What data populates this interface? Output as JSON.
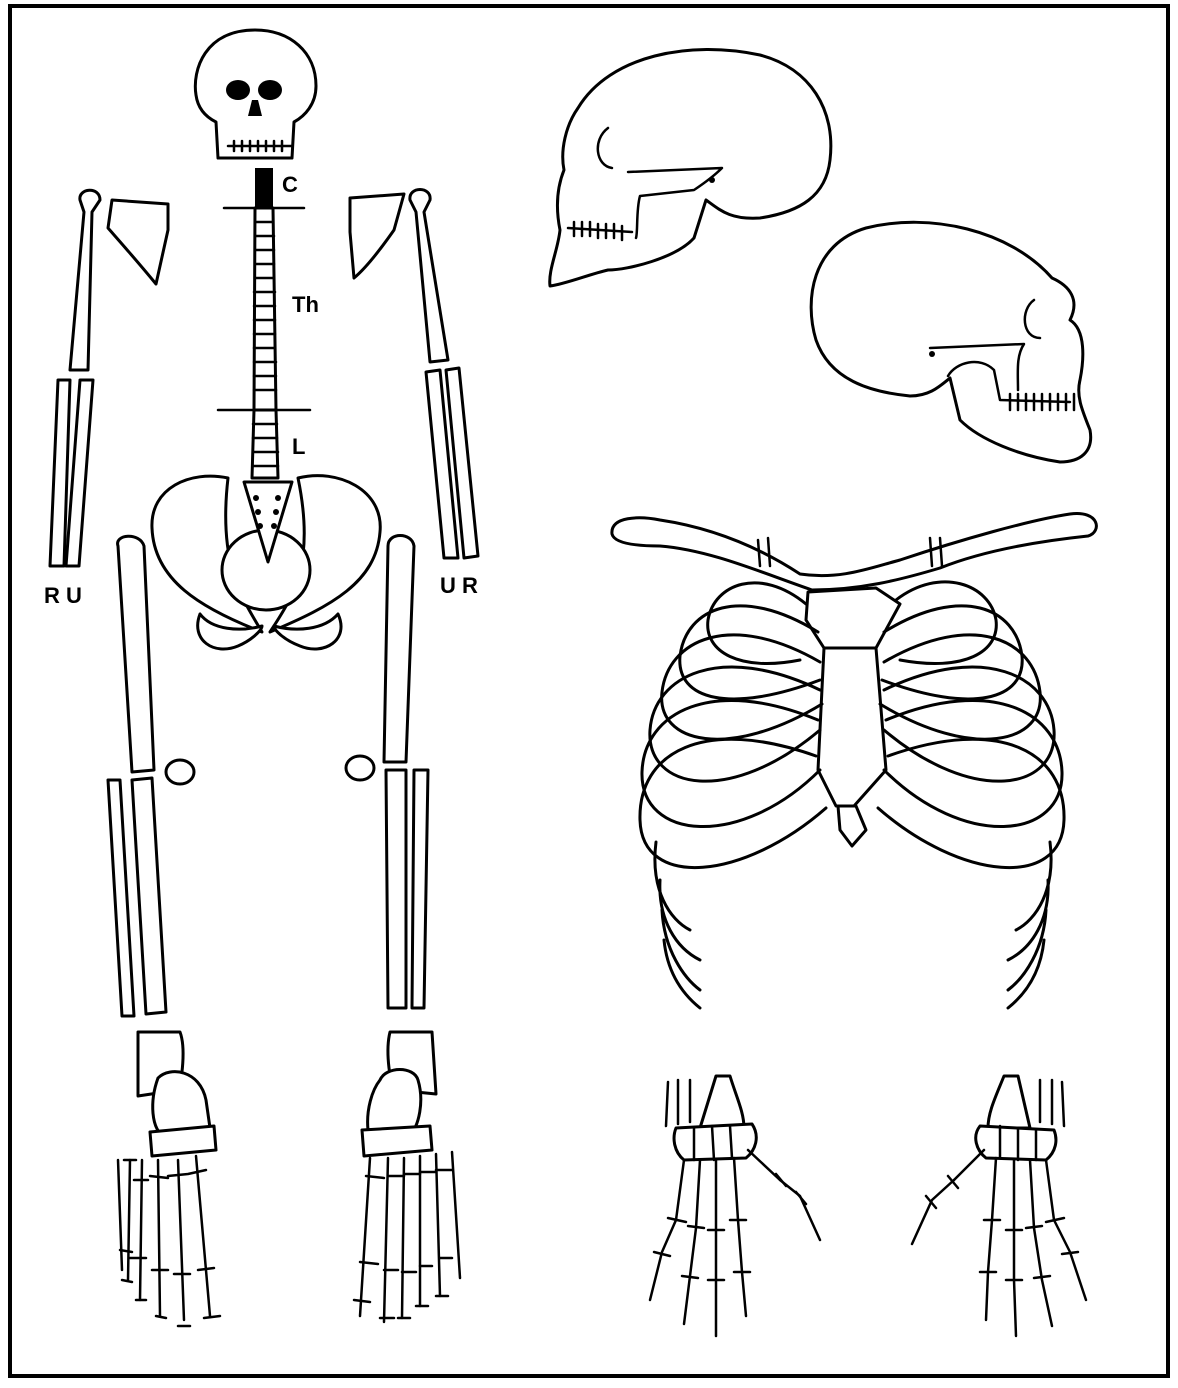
{
  "labels": {
    "cervical": "C",
    "thoracic": "Th",
    "lumbar": "L",
    "left_forearm": "R U",
    "right_forearm": "U R"
  },
  "colors": {
    "ink": "#000000",
    "paper": "#ffffff"
  }
}
